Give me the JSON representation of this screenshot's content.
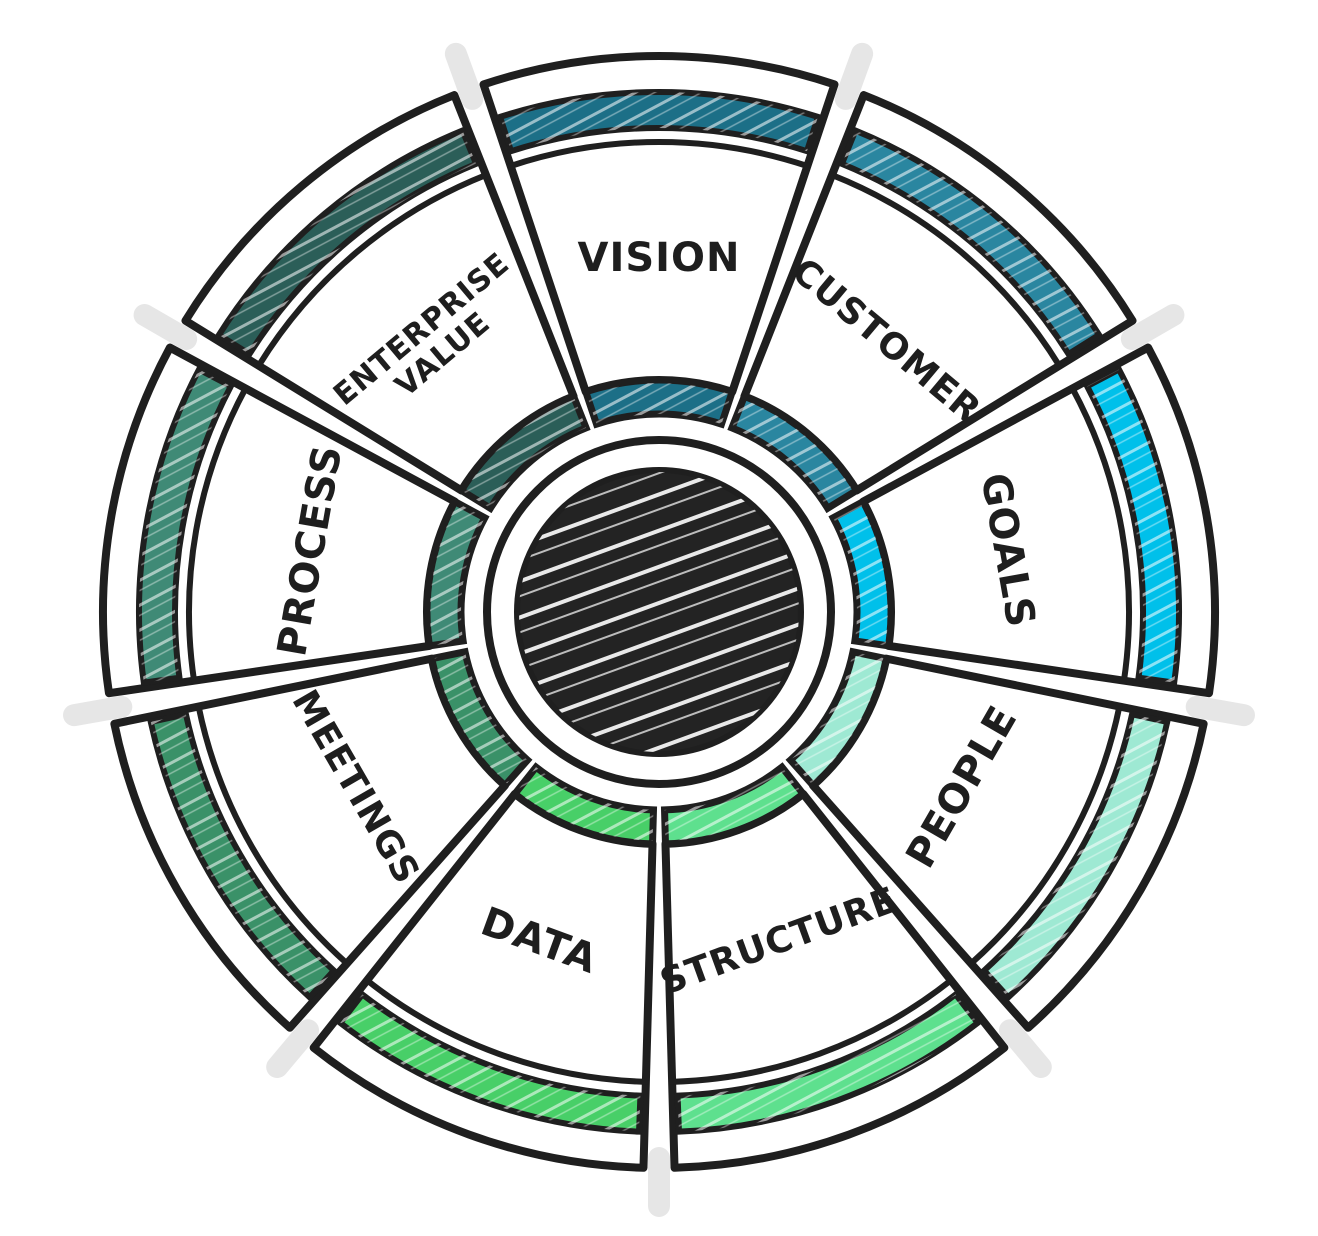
{
  "diagram": {
    "hub": {
      "fill": "#232323",
      "hatch": "#ffffff"
    },
    "outline_color": "#1f1f1f",
    "segments": [
      {
        "id": "vision",
        "lines": [
          "VISION"
        ],
        "color": "#1c6f87"
      },
      {
        "id": "customer",
        "lines": [
          "CUSTOMER"
        ],
        "color": "#2a86a0"
      },
      {
        "id": "goals",
        "lines": [
          "GOALS"
        ],
        "color": "#00c0ea"
      },
      {
        "id": "people",
        "lines": [
          "PEOPLE"
        ],
        "color": "#9ee9d3"
      },
      {
        "id": "structure",
        "lines": [
          "STRUCTURE"
        ],
        "color": "#5ee08e"
      },
      {
        "id": "data",
        "lines": [
          "DATA"
        ],
        "color": "#48cf68"
      },
      {
        "id": "meetings",
        "lines": [
          "MEETINGS"
        ],
        "color": "#3a9168"
      },
      {
        "id": "process",
        "lines": [
          "PROCESS"
        ],
        "color": "#3f8a76"
      },
      {
        "id": "enterprise",
        "lines": [
          "ENTERPRISE",
          "VALUE"
        ],
        "color": "#2b5e58"
      }
    ]
  }
}
